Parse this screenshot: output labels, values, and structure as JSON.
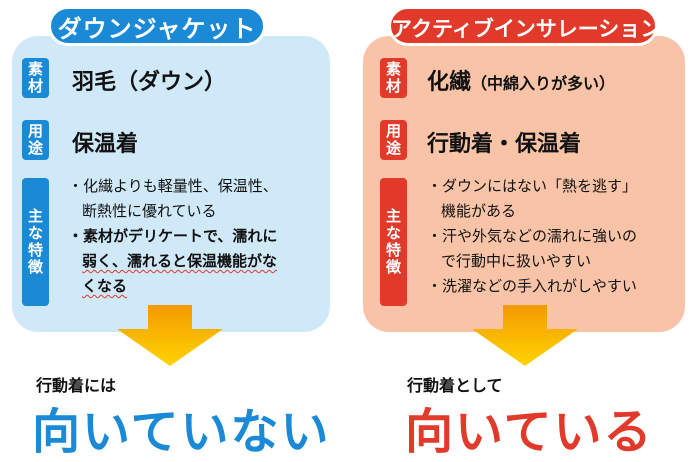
{
  "left": {
    "title": "ダウンジャケット",
    "rows": {
      "material": {
        "label": [
          "素",
          "材"
        ],
        "value": "羽毛",
        "value_note": "（ダウン）"
      },
      "use": {
        "label": [
          "用",
          "途"
        ],
        "value": "保温着"
      },
      "features": {
        "label": [
          "主",
          "な",
          "特",
          "徴"
        ],
        "items": [
          {
            "lines": [
              "・化繊よりも軽量性、保温性、",
              "断熱性に優れている"
            ]
          },
          {
            "lines": [
              "・素材がデリケートで、濡れに",
              "弱く、濡れると保温機能がな",
              "くなる"
            ]
          }
        ]
      }
    },
    "caption": "行動着には",
    "result": "向いていない",
    "color": "#1a8ad6",
    "panel_color": "#cfe9f8"
  },
  "right": {
    "title": "アクティブインサレーション",
    "rows": {
      "material": {
        "label": [
          "素",
          "材"
        ],
        "value": "化繊",
        "value_note": "（中綿入りが多い）"
      },
      "use": {
        "label": [
          "用",
          "途"
        ],
        "value": "行動着・保温着"
      },
      "features": {
        "label": [
          "主",
          "な",
          "特",
          "徴"
        ],
        "items": [
          {
            "lines": [
              "・ダウンにはない「熱を逃す」",
              "機能がある"
            ]
          },
          {
            "lines": [
              "・汗や外気などの濡れに強いの",
              "で行動中に扱いやすい"
            ]
          },
          {
            "lines": [
              "・洗濯などの手入れがしやすい"
            ]
          }
        ]
      }
    },
    "caption": "行動着として",
    "result": "向いている",
    "color": "#e13a2a",
    "panel_color": "#f8c3a6"
  },
  "arrow_color": "#f7a600"
}
